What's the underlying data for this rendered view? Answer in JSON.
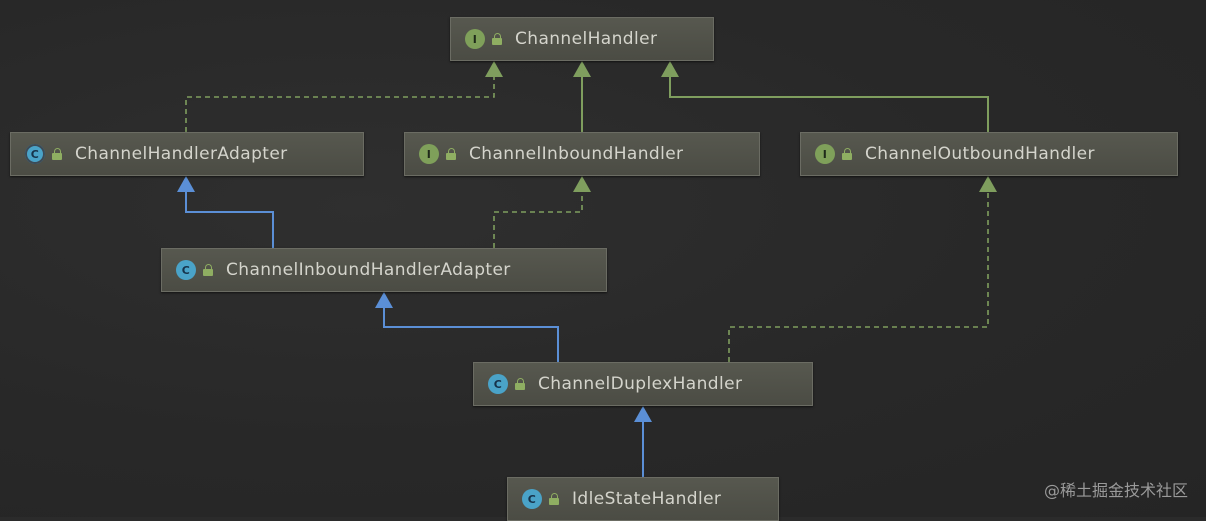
{
  "diagram": {
    "nodes": [
      {
        "id": "channel-handler",
        "kind": "I",
        "label": "ChannelHandler"
      },
      {
        "id": "channel-handler-adapter",
        "kind": "C",
        "label": "ChannelHandlerAdapter"
      },
      {
        "id": "channel-inbound-handler",
        "kind": "I",
        "label": "ChannelInboundHandler"
      },
      {
        "id": "channel-outbound-handler",
        "kind": "I",
        "label": "ChannelOutboundHandler"
      },
      {
        "id": "channel-inbound-handler-adapter",
        "kind": "C",
        "label": "ChannelInboundHandlerAdapter"
      },
      {
        "id": "channel-duplex-handler",
        "kind": "C",
        "label": "ChannelDuplexHandler"
      },
      {
        "id": "idle-state-handler",
        "kind": "C",
        "label": "IdleStateHandler"
      }
    ],
    "edges": [
      {
        "from": "channel-handler-adapter",
        "to": "channel-handler",
        "type": "implements"
      },
      {
        "from": "channel-inbound-handler",
        "to": "channel-handler",
        "type": "extends-interface"
      },
      {
        "from": "channel-outbound-handler",
        "to": "channel-handler",
        "type": "extends-interface"
      },
      {
        "from": "channel-inbound-handler-adapter",
        "to": "channel-handler-adapter",
        "type": "extends"
      },
      {
        "from": "channel-inbound-handler-adapter",
        "to": "channel-inbound-handler",
        "type": "implements"
      },
      {
        "from": "channel-duplex-handler",
        "to": "channel-inbound-handler-adapter",
        "type": "extends"
      },
      {
        "from": "channel-duplex-handler",
        "to": "channel-outbound-handler",
        "type": "implements"
      },
      {
        "from": "idle-state-handler",
        "to": "channel-duplex-handler",
        "type": "extends"
      }
    ],
    "colors": {
      "extends": "#5b8fd6",
      "implements": "#7f9e5e",
      "extends-interface": "#7f9e5e"
    }
  },
  "watermark": "@稀土掘金技术社区"
}
